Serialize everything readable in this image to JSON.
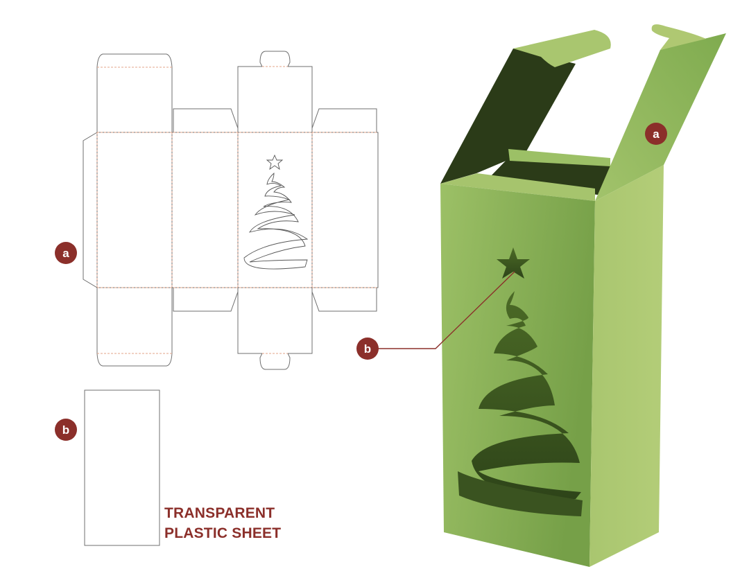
{
  "labels": {
    "a": "a",
    "b": "b"
  },
  "caption": {
    "line1": "TRANSPARENT",
    "line2": "PLASTIC SHEET"
  },
  "colors": {
    "accent": "#8b2f2a",
    "box_front": "#86ae52",
    "box_side": "#afc872",
    "box_inside": "#2b3b18",
    "cut_line": "#6f6f6f",
    "fold_line": "#e3a48a"
  }
}
